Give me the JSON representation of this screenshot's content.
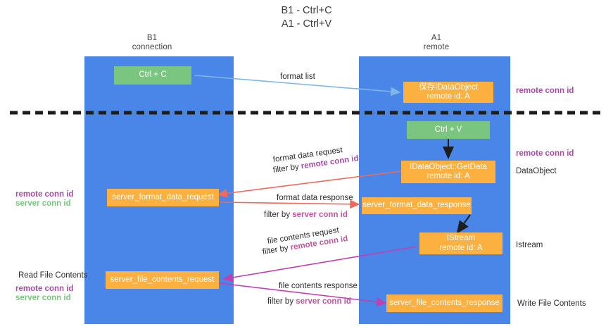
{
  "title": {
    "line1": "B1 - Ctrl+C",
    "line2": "A1 - Ctrl+V"
  },
  "lanes": [
    {
      "id": "b1",
      "title": "B1",
      "subtitle": "connection"
    },
    {
      "id": "a1",
      "title": "A1",
      "subtitle": "remote"
    }
  ],
  "nodes": {
    "ctrl_c": {
      "line1": "Ctrl + C",
      "line2": "",
      "color": "#7ac57f"
    },
    "idataobject": {
      "line1": "保存IDataObject",
      "line2": "remote id: A",
      "color": "#fbb040"
    },
    "ctrl_v": {
      "line1": "Ctrl + V",
      "line2": "",
      "color": "#7ac57f"
    },
    "getdata": {
      "line1": "IDataObject::GetData",
      "line2": "remote id: A",
      "color": "#fbb040"
    },
    "fmt_req": {
      "line1": "server_format_data_request",
      "line2": "",
      "color": "#fbb040"
    },
    "fmt_resp": {
      "line1": "server_format_data_response",
      "line2": "",
      "color": "#fbb040"
    },
    "istream": {
      "line1": "IStream",
      "line2": "remote id: A",
      "color": "#fbb040"
    },
    "file_req": {
      "line1": "server_file_contents_request",
      "line2": "",
      "color": "#fbb040"
    },
    "file_resp": {
      "line1": "server_file_contents_response",
      "line2": "",
      "color": "#fbb040"
    }
  },
  "edge_labels": {
    "format_list": "format list",
    "format_data_request": "format data request",
    "format_data_request_filter_prefix": "filter by ",
    "format_data_request_filter_key": "remote conn id",
    "format_data_response": "format data response",
    "format_data_response_filter_prefix": "filter by ",
    "format_data_response_filter_key": "server conn id",
    "file_contents_request": "file contents request",
    "file_contents_request_filter_prefix": "filter by ",
    "file_contents_request_filter_key": "remote conn id",
    "file_contents_response": "file contents response",
    "file_contents_response_filter_prefix": "filter by ",
    "file_contents_response_filter_key": "server conn id"
  },
  "right_labels": {
    "remote_conn_id_top": "remote conn id",
    "remote_conn_id_mid": "remote conn id",
    "dataobject": "DataObject",
    "istream": "Istream",
    "write_file_contents": "Write File Contents"
  },
  "left_labels": {
    "remote_conn_id_1": "remote conn id",
    "server_conn_id_1": "server conn id",
    "read_file_contents": "Read File Contents",
    "remote_conn_id_2": "remote conn id",
    "server_conn_id_2": "server conn id"
  },
  "colors": {
    "lane": "#4a86e8",
    "green_node": "#7ac57f",
    "orange_node": "#fbb040",
    "purple": "#a64ca6",
    "magenta": "#c0559f",
    "green_text": "#7ac57f",
    "arrow_blue": "#7eb6e8",
    "arrow_red": "#f0695c",
    "arrow_magenta": "#c23fb0",
    "arrow_black": "#1d1d1d",
    "divider": "#1d1d1d"
  }
}
